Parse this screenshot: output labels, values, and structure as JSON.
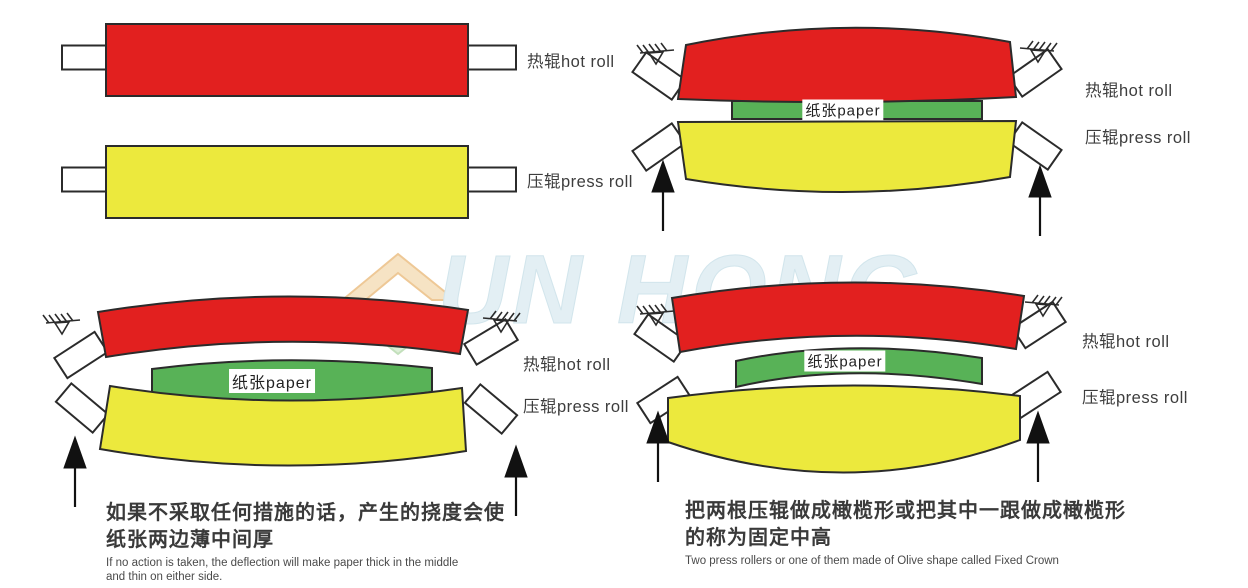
{
  "labels": {
    "hot_roll": "热辊hot roll",
    "press_roll": "压辊press roll",
    "paper": "纸张paper"
  },
  "captions": {
    "deflection": {
      "zh1": "如果不采取任何措施的话，产生的挠度会使",
      "zh2": "纸张两边薄中间厚",
      "en1": "If no action is taken, the deflection will make paper thick in the middle",
      "en2": "and thin on either side."
    },
    "fixed_crown": {
      "zh1": "把两根压辊做成橄榄形或把其中一跟做成橄榄形",
      "zh2": "的称为固定中高",
      "en1": "Two press rollers or one of them made of Olive shape called Fixed Crown"
    }
  },
  "watermark": {
    "text": "UN HONG"
  },
  "colors": {
    "hot_roll": "#e2201f",
    "press_roll": "#ece93d",
    "paper": "#58b257",
    "outline": "#2b2b2b"
  }
}
